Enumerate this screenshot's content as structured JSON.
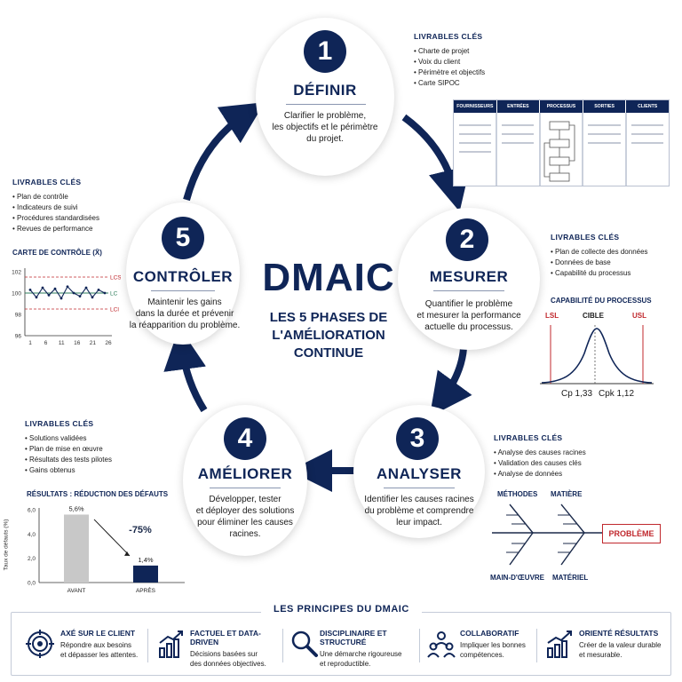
{
  "center": {
    "title": "DMAIC",
    "subtitle_lines": [
      "LES 5 PHASES DE",
      "L'AMÉLIORATION",
      "CONTINUE"
    ]
  },
  "phases": [
    {
      "num": "1",
      "title": "DÉFINIR",
      "desc_lines": [
        "Clarifier le problème,",
        "les objectifs et le périmètre",
        "du projet."
      ]
    },
    {
      "num": "2",
      "title": "MESURER",
      "desc_lines": [
        "Quantifier le problème",
        "et mesurer la performance",
        "actuelle du processus."
      ]
    },
    {
      "num": "3",
      "title": "ANALYSER",
      "desc_lines": [
        "Identifier les causes racines",
        "du problème et comprendre",
        "leur impact."
      ]
    },
    {
      "num": "4",
      "title": "AMÉLIORER",
      "desc_lines": [
        "Développer, tester",
        "et déployer des solutions",
        "pour éliminer les causes",
        "racines."
      ]
    },
    {
      "num": "5",
      "title": "CONTRÔLER",
      "desc_lines": [
        "Maintenir les gains",
        "dans la durée et prévenir",
        "la réapparition du problème."
      ]
    }
  ],
  "livrables": {
    "title": "LIVRABLES CLÉS",
    "definir": [
      "Charte de projet",
      "Voix du client",
      "Périmètre et objectifs",
      "Carte SIPOC"
    ],
    "mesurer": [
      "Plan de collecte des données",
      "Données de base",
      "Capabilité du processus"
    ],
    "analyser": [
      "Analyse des causes racines",
      "Validation des causes clés",
      "Analyse de données"
    ],
    "ameliorer": [
      "Solutions validées",
      "Plan de mise en œuvre",
      "Résultats des tests pilotes",
      "Gains obtenus"
    ],
    "controler": [
      "Plan de contrôle",
      "Indicateurs de suivi",
      "Procédures standardisées",
      "Revues de performance"
    ]
  },
  "sipoc": {
    "headers": [
      "FOURNISSEURS",
      "ENTRÉES",
      "PROCESSUS",
      "SORTIES",
      "CLIENTS"
    ]
  },
  "capability": {
    "title": "CAPABILITÉ DU PROCESSUS",
    "lsl": "LSL",
    "cible": "CIBLE",
    "usl": "USL",
    "cp": "Cp 1,33",
    "cpk": "Cpk 1,12"
  },
  "control_chart": {
    "title": "CARTE DE CONTRÔLE (X̄)",
    "lcs": "LCS",
    "lc": "LC",
    "lci": "LCI",
    "y_ticks": [
      "102",
      "100",
      "98",
      "96"
    ],
    "x_ticks": [
      "1",
      "6",
      "11",
      "16",
      "21",
      "26"
    ],
    "values": [
      100.3,
      99.6,
      100.5,
      99.8,
      100.4,
      99.5,
      100.6,
      100.0,
      99.7,
      100.5,
      99.6,
      100.3,
      100.0
    ]
  },
  "fishbone": {
    "labels": [
      "MÉTHODES",
      "MATIÈRE",
      "MAIN-D'ŒUVRE",
      "MATÉRIEL"
    ],
    "problem": "PROBLÈME"
  },
  "results_chart": {
    "title": "RÉSULTATS : RÉDUCTION DES DÉFAUTS",
    "ylabel": "Taux de défauts (%)",
    "categories": [
      "AVANT",
      "APRÈS"
    ],
    "values": [
      5.6,
      1.4
    ],
    "value_labels": [
      "5,6%",
      "1,4%"
    ],
    "y_ticks": [
      "6,0",
      "4,0",
      "2,0",
      "0,0"
    ],
    "reduction": "-75%",
    "colors": [
      "#c8c8c8",
      "#0f2557"
    ]
  },
  "principles": {
    "title": "LES PRINCIPES DU DMAIC",
    "items": [
      {
        "icon": "target-icon",
        "title": "AXÉ SUR LE CLIENT",
        "desc_lines": [
          "Répondre aux besoins",
          "et dépasser les attentes."
        ]
      },
      {
        "icon": "chart-icon",
        "title": "FACTUEL ET DATA-DRIVEN",
        "desc_lines": [
          "Décisions basées sur",
          "des données objectives."
        ]
      },
      {
        "icon": "magnifier-icon",
        "title": "DISCIPLINAIRE ET STRUCTURÉ",
        "desc_lines": [
          "Une démarche rigoureuse",
          "et reproductible."
        ]
      },
      {
        "icon": "team-icon",
        "title": "COLLABORATIF",
        "desc_lines": [
          "Impliquer les bonnes",
          "compétences."
        ]
      },
      {
        "icon": "growth-icon",
        "title": "ORIENTÉ RÉSULTATS",
        "desc_lines": [
          "Créer de la valeur durable",
          "et mesurable."
        ]
      }
    ]
  },
  "colors": {
    "navy": "#0f2557",
    "red": "#c0282d",
    "gray": "#c8c8c8",
    "green": "#2e7d5b"
  }
}
